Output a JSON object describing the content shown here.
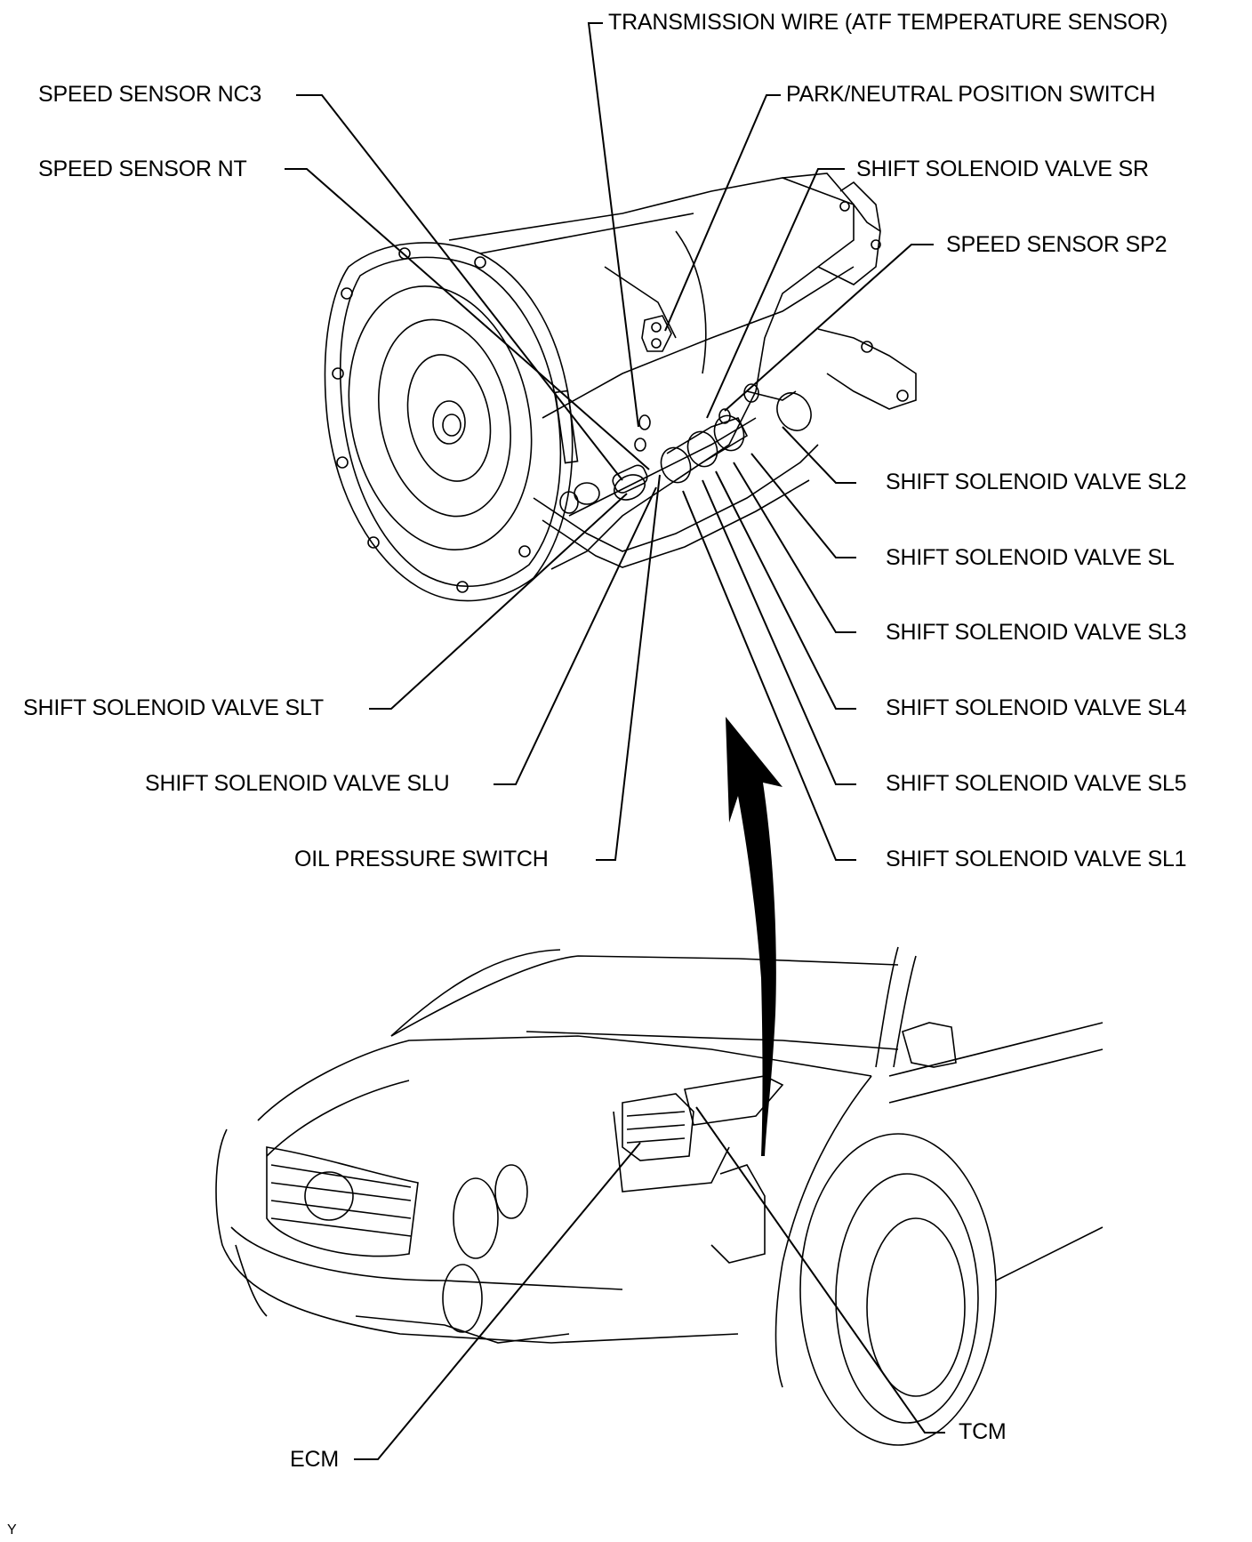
{
  "diagram": {
    "title": "Automatic transmission component locations",
    "figure_id": "Y",
    "transmission_labels": {
      "transmission_wire": "TRANSMISSION WIRE (ATF TEMPERATURE SENSOR)",
      "park_neutral_switch": "PARK/NEUTRAL POSITION SWITCH",
      "speed_sensor_nc3": "SPEED SENSOR NC3",
      "speed_sensor_nt": "SPEED SENSOR NT",
      "solenoid_sr": "SHIFT SOLENOID VALVE SR",
      "speed_sensor_sp2": "SPEED SENSOR SP2",
      "solenoid_sl2": "SHIFT SOLENOID VALVE SL2",
      "solenoid_sl": "SHIFT SOLENOID VALVE SL",
      "solenoid_sl3": "SHIFT SOLENOID VALVE SL3",
      "solenoid_sl4": "SHIFT SOLENOID VALVE SL4",
      "solenoid_sl5": "SHIFT SOLENOID VALVE SL5",
      "solenoid_sl1": "SHIFT SOLENOID VALVE SL1",
      "solenoid_slt": "SHIFT SOLENOID VALVE SLT",
      "solenoid_slu": "SHIFT SOLENOID VALVE SLU",
      "oil_pressure_switch": "OIL PRESSURE SWITCH"
    },
    "vehicle_labels": {
      "ecm": "ECM",
      "tcm": "TCM"
    }
  }
}
